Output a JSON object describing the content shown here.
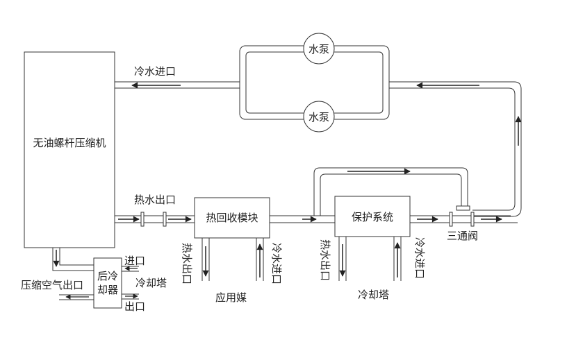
{
  "compressor_label": "无油螺杆压缩机",
  "pump_label": "水泵",
  "cold_water_inlet": "冷水进口",
  "hot_water_outlet": "热水出口",
  "heat_recovery_module": "热回收模块",
  "protection_system": "保护系统",
  "three_way_valve": "三通阀",
  "aftercooler_line1": "后冷",
  "aftercooler_line2": "却器",
  "compressed_air_outlet": "压缩空气出口",
  "inlet": "进口",
  "outlet": "出口",
  "cooling_tower": "冷却塔",
  "application_medium": "应用媒",
  "vertical_hot_outlet": "热水出口",
  "vertical_cold_inlet": "冷水进口"
}
